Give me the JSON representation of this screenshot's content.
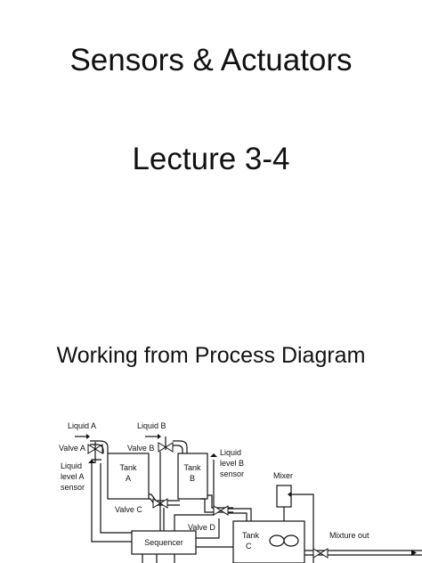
{
  "slide": {
    "title": "Sensors & Actuators",
    "subtitle": "Lecture 3-4",
    "heading": "Working from Process Diagram"
  },
  "diagram": {
    "labels": {
      "liquid_a": "Liquid A",
      "liquid_b": "Liquid B",
      "valve_a": "Valve A",
      "valve_b": "Valve B",
      "tank_a_1": "Tank",
      "tank_a_2": "A",
      "tank_b_1": "Tank",
      "tank_b_2": "B",
      "level_a_1": "Liquid",
      "level_a_2": "level A",
      "level_a_3": "sensor",
      "level_b_1": "Liquid",
      "level_b_2": "level B",
      "level_b_3": "sensor",
      "mixer": "Mixer",
      "valve_c": "Valve C",
      "valve_d": "Valve D",
      "sequencer": "Sequencer",
      "tank_c_1": "Tank",
      "tank_c_2": "C",
      "mixture_out": "Mixture out"
    }
  }
}
